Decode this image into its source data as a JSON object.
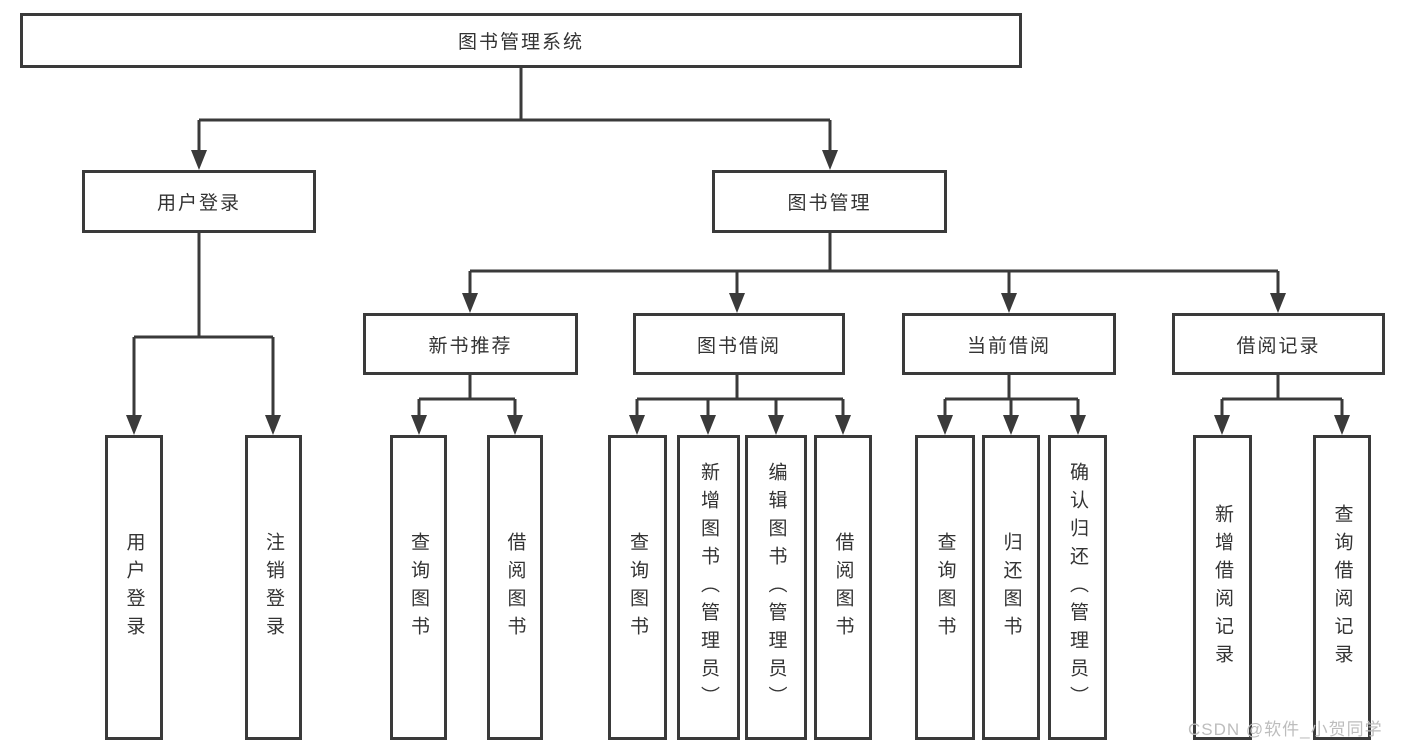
{
  "tree": {
    "root": {
      "label": "图书管理系统"
    },
    "branches": [
      {
        "label": "用户登录",
        "children": [
          {
            "label": "用户登录"
          },
          {
            "label": "注销登录"
          }
        ]
      },
      {
        "label": "图书管理",
        "children": [
          {
            "label": "新书推荐",
            "children": [
              {
                "label": "查询图书"
              },
              {
                "label": "借阅图书"
              }
            ]
          },
          {
            "label": "图书借阅",
            "children": [
              {
                "label": "查询图书"
              },
              {
                "label": "新增图书（管理员）"
              },
              {
                "label": "编辑图书（管理员）"
              },
              {
                "label": "借阅图书"
              }
            ]
          },
          {
            "label": "当前借阅",
            "children": [
              {
                "label": "查询图书"
              },
              {
                "label": "归还图书"
              },
              {
                "label": "确认归还（管理员）"
              }
            ]
          },
          {
            "label": "借阅记录",
            "children": [
              {
                "label": "新增借阅记录"
              },
              {
                "label": "查询借阅记录"
              }
            ]
          }
        ]
      }
    ]
  },
  "watermark": "CSDN @软件_小贺同学",
  "colors": {
    "line": "#3a3a3a",
    "text": "#333333",
    "background": "#ffffff",
    "watermark": "#bdbdbd"
  }
}
